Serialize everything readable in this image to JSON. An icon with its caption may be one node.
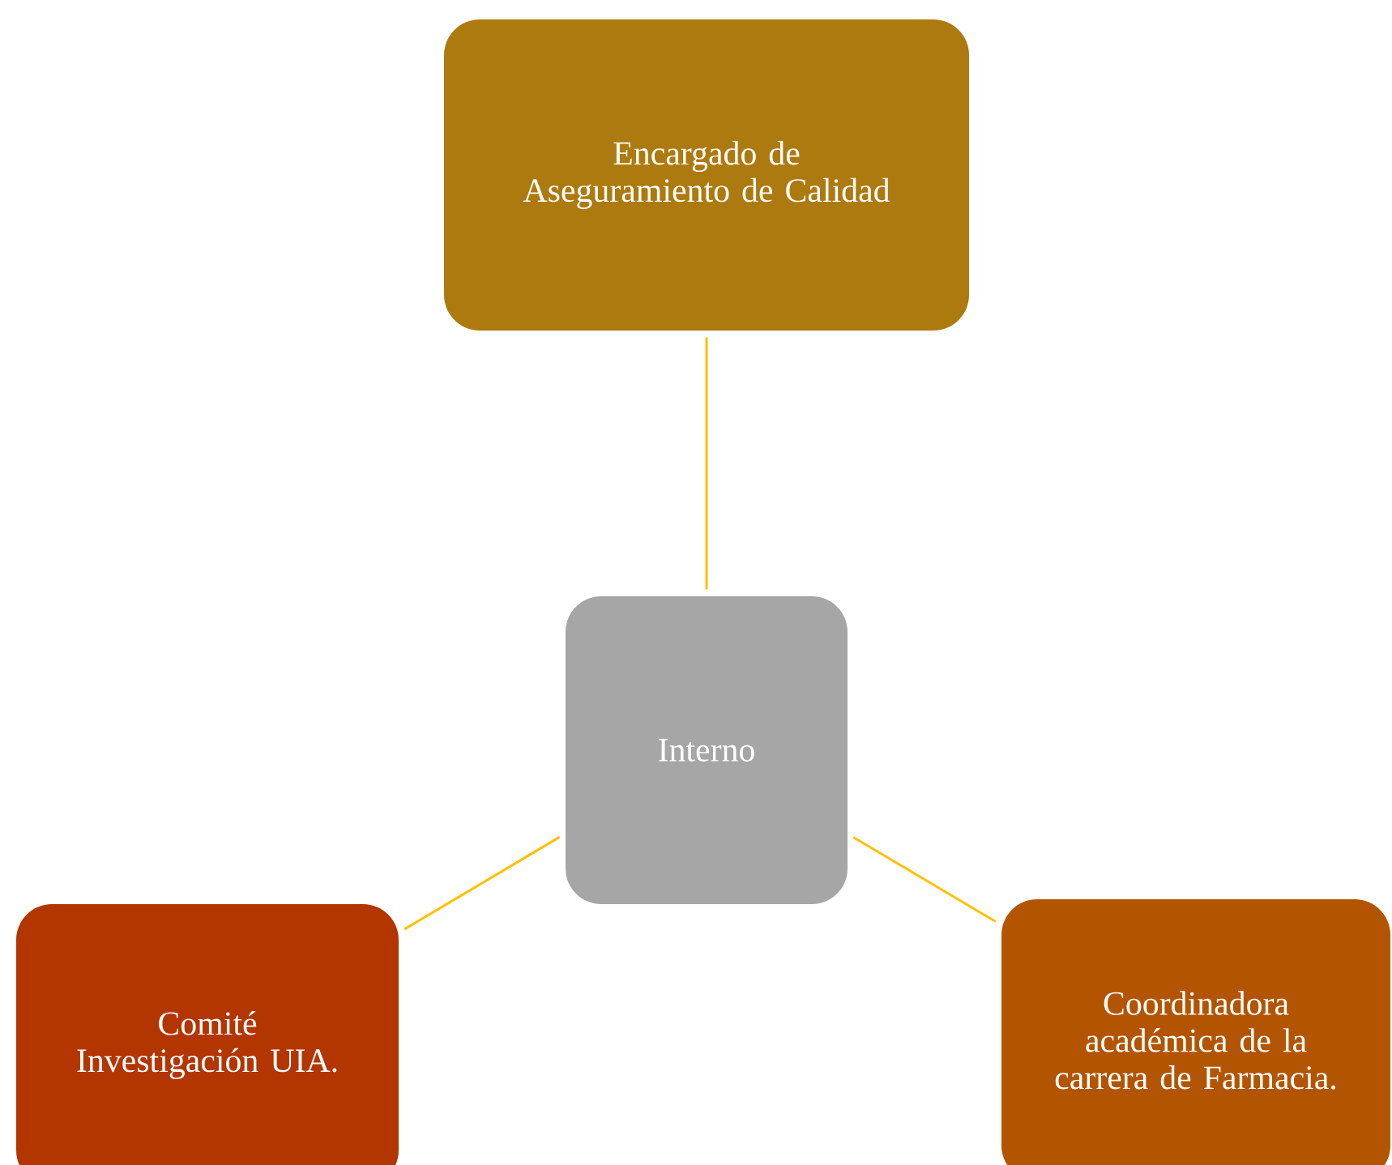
{
  "diagram": {
    "nodes": [
      {
        "text": [
          "Interno"
        ]
      },
      {
        "text": [
          "Encargado de Aseguramiento de Calidad"
        ]
      },
      {
        "text": [
          "Comité Investigación UIA."
        ]
      },
      {
        "text": [
          "Coordinadora académica de la carrera de Farmacia."
        ]
      }
    ],
    "edges": [
      {
        "from": 0,
        "to": 1,
        "arrow": "none"
      },
      {
        "from": 0,
        "to": 2,
        "arrow": "none"
      },
      {
        "from": 0,
        "to": 3,
        "arrow": "none"
      }
    ]
  }
}
